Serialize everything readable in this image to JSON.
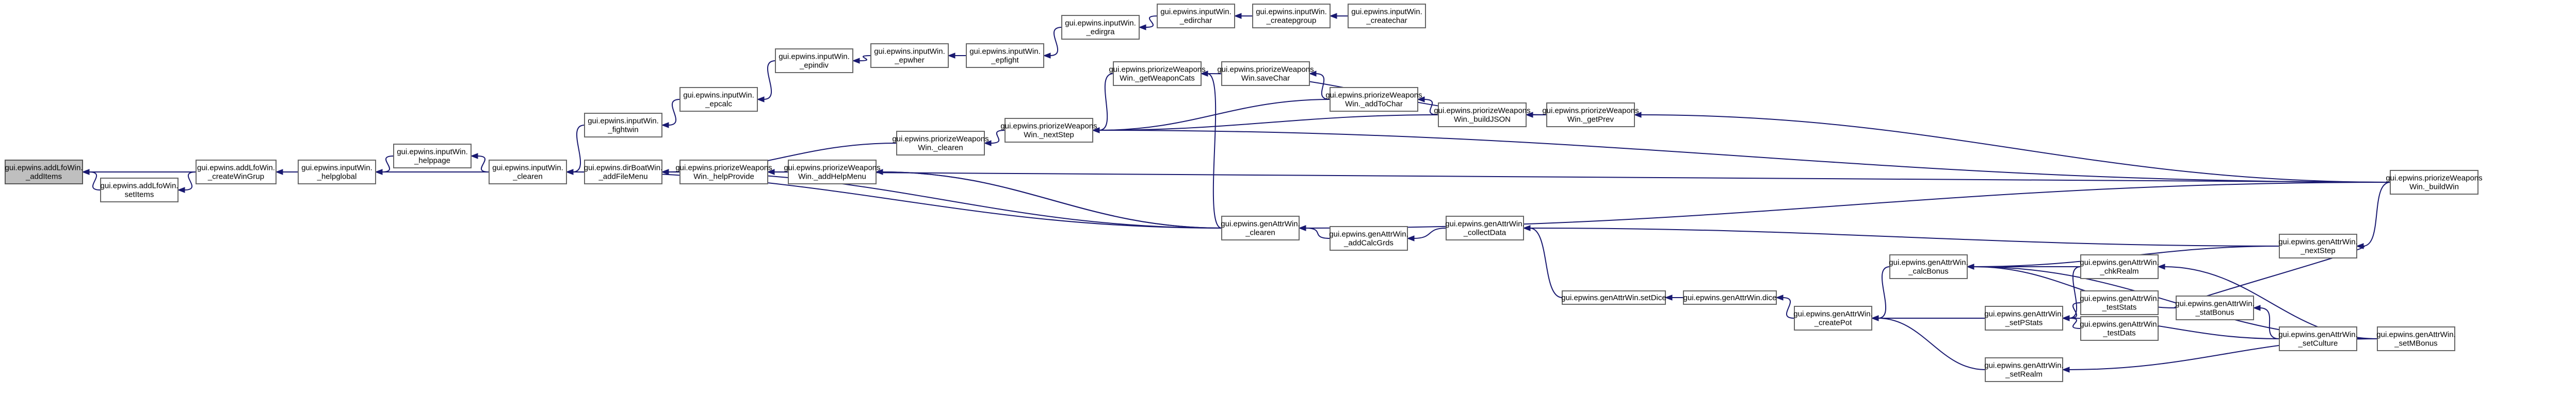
{
  "nodes": {
    "addItems": [
      "gui.epwins.addLfoWin.",
      "_addItems"
    ],
    "setItems": [
      "gui.epwins.addLfoWin.",
      "setItems"
    ],
    "createWinGrup": [
      "gui.epwins.addLfoWin.",
      "_createWinGrup"
    ],
    "helpglobal": [
      "gui.epwins.inputWin.",
      "_helpglobal"
    ],
    "helppage": [
      "gui.epwins.inputWin.",
      "_helppage"
    ],
    "inputClearen": [
      "gui.epwins.inputWin.",
      "_clearen"
    ],
    "fightwin": [
      "gui.epwins.inputWin.",
      "_fightwin"
    ],
    "epcalc": [
      "gui.epwins.inputWin.",
      "_epcalc"
    ],
    "epindiv": [
      "gui.epwins.inputWin.",
      "_epindiv"
    ],
    "epwher": [
      "gui.epwins.inputWin.",
      "_epwher"
    ],
    "epfight": [
      "gui.epwins.inputWin.",
      "_epfight"
    ],
    "edirgra": [
      "gui.epwins.inputWin.",
      "_edirgra"
    ],
    "edirchar": [
      "gui.epwins.inputWin.",
      "_edirchar"
    ],
    "createpgroup": [
      "gui.epwins.inputWin.",
      "_createpgroup"
    ],
    "createchar": [
      "gui.epwins.inputWin.",
      "_createchar"
    ],
    "addFileMenu": [
      "gui.epwins.dirBoatWin.",
      "_addFileMenu"
    ],
    "helpProvide": [
      "gui.epwins.priorizeWeapons",
      "Win._helpProvide"
    ],
    "addHelpMenu": [
      "gui.epwins.priorizeWeapons",
      "Win._addHelpMenu"
    ],
    "priClearen": [
      "gui.epwins.priorizeWeapons",
      "Win._clearen"
    ],
    "priNextStep": [
      "gui.epwins.priorizeWeapons",
      "Win._nextStep"
    ],
    "getWeaponCats": [
      "gui.epwins.priorizeWeapons",
      "Win._getWeaponCats"
    ],
    "saveChar": [
      "gui.epwins.priorizeWeapons",
      "Win.saveChar"
    ],
    "addToChar": [
      "gui.epwins.priorizeWeapons",
      "Win._addToChar"
    ],
    "buildJSON": [
      "gui.epwins.priorizeWeapons",
      "Win._buildJSON"
    ],
    "getPrev": [
      "gui.epwins.priorizeWeapons",
      "Win._getPrev"
    ],
    "buildWin": [
      "gui.epwins.priorizeWeapons",
      "Win._buildWin"
    ],
    "genClearen": [
      "gui.epwins.genAttrWin.",
      "_clearen"
    ],
    "addCalcGrds": [
      "gui.epwins.genAttrWin.",
      "_addCalcGrds"
    ],
    "collectData": [
      "gui.epwins.genAttrWin.",
      "_collectData"
    ],
    "setDice": [
      "gui.epwins.genAttrWin.setDice"
    ],
    "dice": [
      "gui.epwins.genAttrWin.dice"
    ],
    "createPot": [
      "gui.epwins.genAttrWin.",
      "_createPot"
    ],
    "calcBonus": [
      "gui.epwins.genAttrWin.",
      "_calcBonus"
    ],
    "setPStats": [
      "gui.epwins.genAttrWin.",
      "_setPStats"
    ],
    "setRealm": [
      "gui.epwins.genAttrWin.",
      "_setRealm"
    ],
    "chkRealm": [
      "gui.epwins.genAttrWin.",
      "_chkRealm"
    ],
    "testStats": [
      "gui.epwins.genAttrWin.",
      "_testStats"
    ],
    "testDats": [
      "gui.epwins.genAttrWin.",
      "_testDats"
    ],
    "statBonus": [
      "gui.epwins.genAttrWin.",
      "_statBonus"
    ],
    "setCulture": [
      "gui.epwins.genAttrWin.",
      "_setCulture"
    ],
    "setMBonus": [
      "gui.epwins.genAttrWin.",
      "_setMBonus"
    ],
    "genNextStep": [
      "gui.epwins.genAttrWin.",
      "_nextStep"
    ]
  }
}
